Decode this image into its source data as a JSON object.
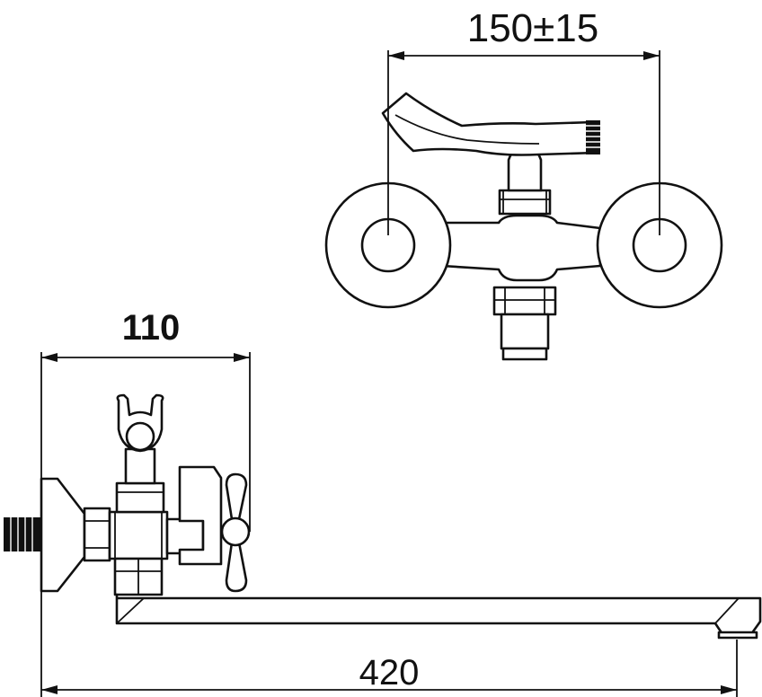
{
  "dimensions": {
    "center_distance": "150±15",
    "projection": "110",
    "spout_length": "420"
  }
}
